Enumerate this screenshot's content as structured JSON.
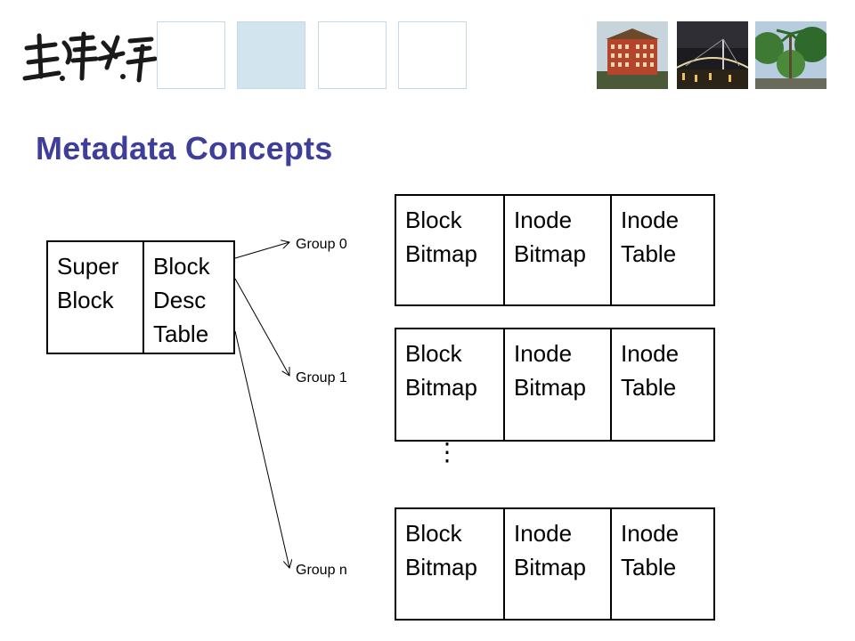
{
  "header": {
    "logo_name": "NTU calligraphy logo",
    "boxes": 4,
    "photos": [
      "grand-hotel-photo",
      "bridge-at-night-photo",
      "palm-trees-photo"
    ]
  },
  "title": "Metadata Concepts",
  "left_block": {
    "cells": [
      "Super\nBlock",
      "Block\nDesc\nTable"
    ]
  },
  "groups": [
    {
      "label": "Group 0",
      "cells": [
        "Block\nBitmap",
        "Inode\nBitmap",
        "Inode\nTable"
      ]
    },
    {
      "label": "Group 1",
      "cells": [
        "Block\nBitmap",
        "Inode\nBitmap",
        "Inode\nTable"
      ]
    },
    {
      "label": "Group n",
      "cells": [
        "Block\nBitmap",
        "Inode\nBitmap",
        "Inode\nTable"
      ]
    }
  ],
  "ellipsis": "⋮",
  "colors": {
    "title": "#3f3f9b",
    "header_box_border": "#c7d9e8",
    "header_box_fill": "#d2e4ee"
  }
}
